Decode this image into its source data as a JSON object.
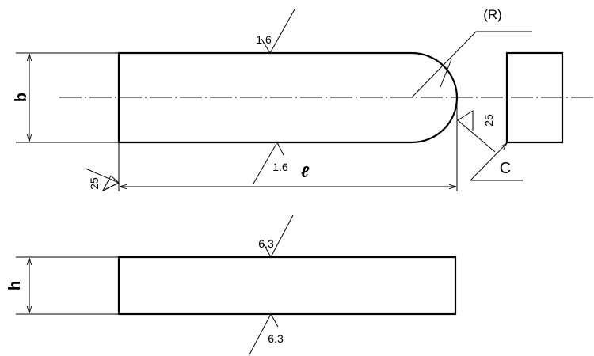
{
  "drawing": {
    "dimensions": {
      "width": "b",
      "length": "ℓ",
      "height": "h",
      "radius": "(R)",
      "chamfer": "C"
    },
    "surface_roughness": {
      "top_face_plan": "1.6",
      "bottom_face_plan": "1.6",
      "end_left": "25",
      "end_right": "25",
      "top_face_side": "6.3",
      "bottom_face_side": "6.3"
    }
  }
}
